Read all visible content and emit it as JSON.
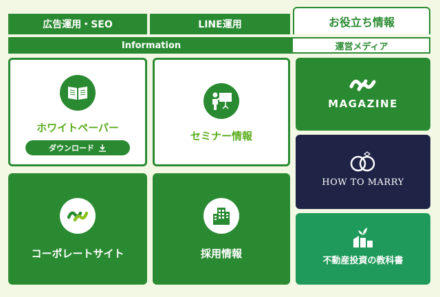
{
  "tabs": {
    "ads_seo": "広告運用・SEO",
    "line": "LINE運用",
    "useful_info": "お役立ち情報"
  },
  "subheader": {
    "information": "Information",
    "owned_media": "運営メディア"
  },
  "cards": {
    "whitepaper": {
      "label": "ホワイトペーパー",
      "button": "ダウンロード",
      "icon": "book-icon"
    },
    "seminar": {
      "label": "セミナー情報",
      "icon": "presentation-icon"
    },
    "corporate": {
      "label": "コーポレートサイト",
      "icon": "brand-logo-icon"
    },
    "recruit": {
      "label": "採用情報",
      "icon": "building-icon"
    }
  },
  "media": {
    "magazine": {
      "label": "MAGAZINE",
      "icon": "brand-logo-icon"
    },
    "marry": {
      "label": "HOW TO MARRY",
      "icon": "rings-icon"
    },
    "realestate": {
      "label": "不動産投資の教科書",
      "icon": "sprout-building-icon"
    }
  },
  "colors": {
    "primary_green": "#2a8a31",
    "accent_green": "#5aac1e",
    "navy": "#1f2346",
    "teal_green": "#1f9a5a",
    "background": "#f2f8e4"
  }
}
